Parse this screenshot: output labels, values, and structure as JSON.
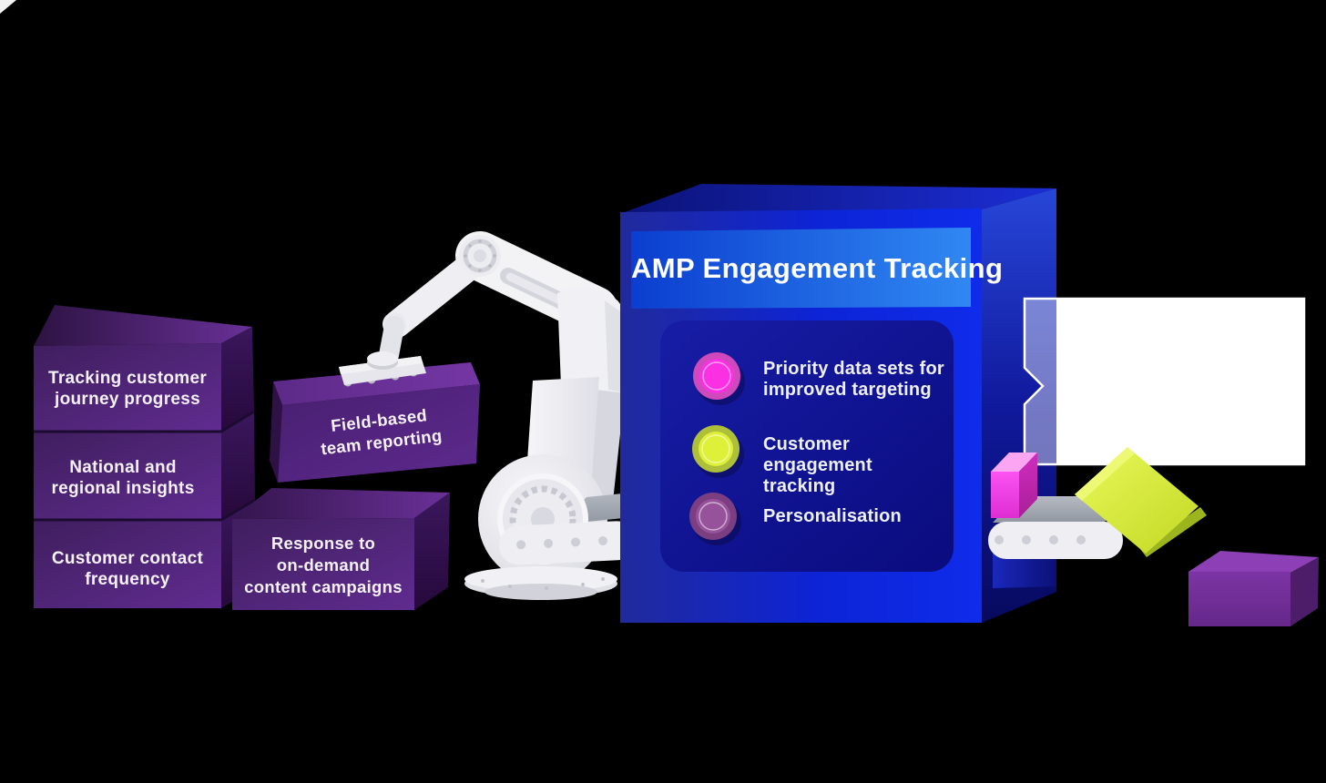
{
  "scene": {
    "background": "#000000",
    "input_boxes": [
      {
        "lines": [
          "Tracking customer",
          "journey progress"
        ]
      },
      {
        "lines": [
          "National and",
          "regional insights"
        ]
      },
      {
        "lines": [
          "Customer contact",
          "frequency"
        ]
      }
    ],
    "floating_box": {
      "lines": [
        "Field-based",
        "team reporting"
      ]
    },
    "response_box": {
      "lines": [
        "Response to",
        "on-demand",
        "content campaigns"
      ]
    },
    "machine": {
      "title": "AMP Engagement Tracking",
      "items": [
        {
          "lines": [
            "Priority data sets for",
            "improved targeting"
          ],
          "color": "#fb30e3",
          "rim": "#cf49bc"
        },
        {
          "lines": [
            "Customer engagement",
            "tracking"
          ],
          "color": "#dff039",
          "rim": "#aebf3a"
        },
        {
          "lines": [
            "Personalisation"
          ],
          "color": "#97529c",
          "rim": "#7b3f81"
        }
      ]
    },
    "colors": {
      "machine_front": "#0d24d6",
      "machine_header": "#2f86f0",
      "purple_box": "#5e2b8e",
      "pink_box": "#f84aee",
      "lime_box": "#cfe42e",
      "conveyor": "#efeff3",
      "robot": "#f3f3f6",
      "callout": "#ffffff"
    }
  }
}
